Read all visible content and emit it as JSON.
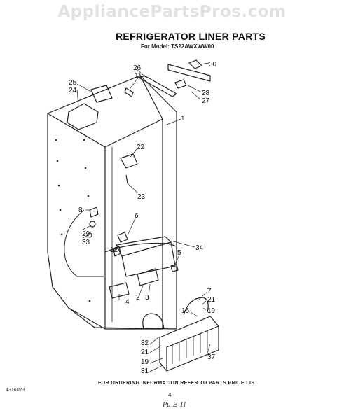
{
  "watermark": "AppliancePartsPros.com",
  "title": "REFRIGERATOR LINER PARTS",
  "model": "For Model: TS22AWXWW00",
  "footer_note": "FOR ORDERING INFORMATION REFER TO PARTS PRICE LIST",
  "doc_number": "4316073",
  "page_number": "4",
  "page_script": "Pu E-1l",
  "callouts": {
    "c30": "30",
    "c26": "26",
    "c11": "11",
    "c28": "28",
    "c27": "27",
    "c25": "25",
    "c24": "24",
    "c1": "1",
    "c22": "22",
    "c23": "23",
    "c8": "8",
    "c29": "29",
    "c33": "33",
    "c6": "6",
    "c12": "12",
    "c34": "34",
    "c5": "5",
    "c4": "4",
    "c2": "2",
    "c3": "3",
    "c7": "7",
    "c21a": "21",
    "c19a": "19",
    "c15": "15",
    "c32": "32",
    "c21b": "21",
    "c19b": "19",
    "c31": "31",
    "c37": "37"
  }
}
